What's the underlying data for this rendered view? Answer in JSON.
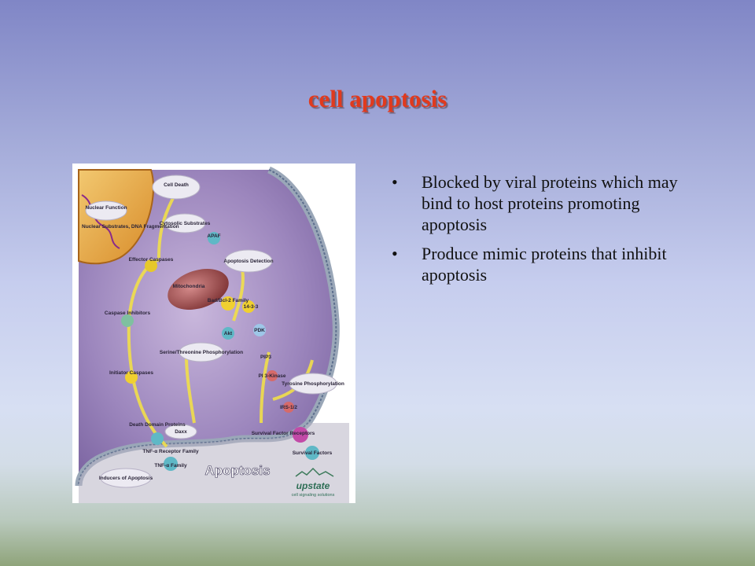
{
  "slide": {
    "title": "cell apoptosis",
    "bullets": [
      "Blocked by viral proteins which may bind to host proteins promoting apoptosis",
      "Produce mimic proteins that inhibit apoptosis"
    ],
    "bullet_symbol": "•"
  },
  "diagram": {
    "heading": "Apoptosis",
    "logo_text": "upstate",
    "logo_tagline": "cell signaling solutions",
    "labels": {
      "cell_death": "Cell Death",
      "nuclear_function": "Nuclear Function",
      "nuclear_substrates": "Nuclear Substrates, DNA Fragmentation",
      "cytosolic_substrates": "Cytosolic Substrates",
      "apaf": "APAF",
      "effector_caspases": "Effector Caspases",
      "apoptosis_detection": "Apoptosis Detection",
      "mitochondria": "Mitochondria",
      "bad_bcl2": "Bad/Bcl-2 Family",
      "p14_3_3": "14-3-3",
      "caspase_inhibitors": "Caspase Inhibitors",
      "akt": "Akt",
      "pdk": "PDK",
      "serine_threonine": "Serine/Threonine Phosphorylation",
      "pip3": "PIP3",
      "initiator_caspases": "Initiator Caspases",
      "pi3_kinase": "PI 3-Kinase",
      "tyrosine_phos": "Tyrosine Phosphorylation",
      "irs": "IRS-1/2",
      "death_domain": "Death Domain Proteins",
      "daxx": "Daxx",
      "survival_receptors": "Survival Factor Receptors",
      "tnf_receptor": "TNF-α Receptor Family",
      "tnf_family": "TNF-α Family",
      "survival_factors": "Survival Factors",
      "inducers": "Inducers of Apoptosis"
    }
  },
  "colors": {
    "title": "#e03a1e",
    "background_top": "#8086c6",
    "background_bottom": "#8fa47a"
  }
}
